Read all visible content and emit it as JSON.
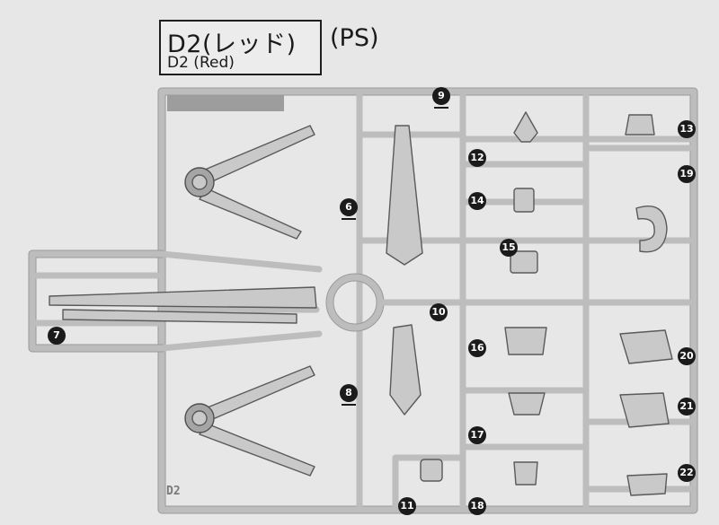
{
  "header": {
    "title_main": "D2(レッド)",
    "title_sub": "D2 (Red)",
    "material": "(PS)"
  },
  "runner_code": "D2",
  "parts": [
    {
      "id": "part-6",
      "label": "6"
    },
    {
      "id": "part-7",
      "label": "7"
    },
    {
      "id": "part-8",
      "label": "8"
    },
    {
      "id": "part-9",
      "label": "9"
    },
    {
      "id": "part-10",
      "label": "10"
    },
    {
      "id": "part-11",
      "label": "11"
    },
    {
      "id": "part-12",
      "label": "12"
    },
    {
      "id": "part-13",
      "label": "13"
    },
    {
      "id": "part-14",
      "label": "14"
    },
    {
      "id": "part-15",
      "label": "15"
    },
    {
      "id": "part-16",
      "label": "16"
    },
    {
      "id": "part-17",
      "label": "17"
    },
    {
      "id": "part-18",
      "label": "18"
    },
    {
      "id": "part-19",
      "label": "19"
    },
    {
      "id": "part-20",
      "label": "20"
    },
    {
      "id": "part-21",
      "label": "21"
    },
    {
      "id": "part-22",
      "label": "22"
    }
  ],
  "colors": {
    "background": "#e7e7e7",
    "runner": "#bdbdbd",
    "badge": "#1b1b1b"
  }
}
